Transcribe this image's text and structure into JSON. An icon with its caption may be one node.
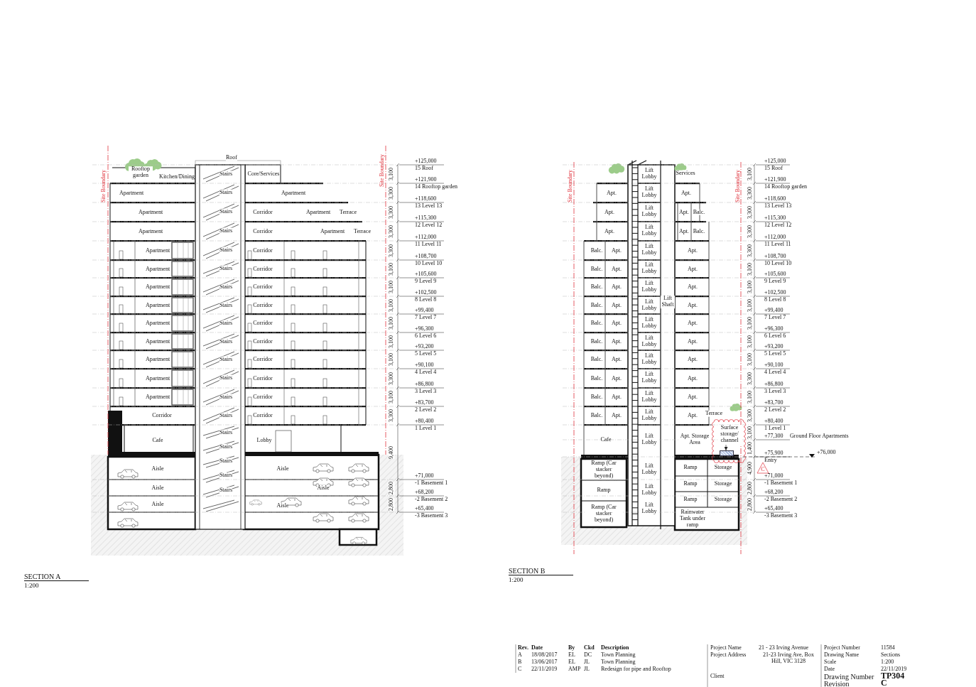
{
  "diagram": {
    "nodes": [
      {
        "text": [
          "Surface storage/ channel"
        ]
      },
      {
        "text": [],
        "shape": "bar"
      }
    ],
    "edges": [
      {
        "from": 0,
        "to": 1,
        "arrow": "to"
      }
    ],
    "labels": [
      "Rooftop garden",
      "Kitchen/Dining",
      "Apartment",
      "Apartment",
      "Apartment",
      "Apartment",
      "Apartment",
      "Apartment",
      "Apartment",
      "Apartment",
      "Apartment",
      "Apartment",
      "Apartment",
      "Apartment",
      "Corridor",
      "Cafe",
      "Aisle",
      "Aisle",
      "Aisle",
      "Roof",
      "Stairs",
      "Stairs",
      "Stairs",
      "Stairs",
      "Stairs",
      "Stairs",
      "Stairs",
      "Stairs",
      "Stairs",
      "Stairs",
      "Stairs",
      "Stairs",
      "Stairs",
      "Stairs",
      "Stairs",
      "Stairs",
      "Stairs",
      "Stairs",
      "Stairs",
      "Core/Services",
      "Apartment",
      "Corridor",
      "Apartment",
      "Terrace",
      "Corridor",
      "Apartment",
      "Terrace",
      "Corridor",
      "Corridor",
      "Corridor",
      "Corridor",
      "Corridor",
      "Corridor",
      "Corridor",
      "Corridor",
      "Corridor",
      "Corridor",
      "Lobby",
      "Aisle",
      "Aisle",
      "Aisle",
      "Site Boundary",
      "Site Boundary",
      "+125,000",
      "15 Roof",
      "+121,900",
      "14 Rooftop garden",
      "+118,600",
      "13 Level 13",
      "+115,300",
      "12 Level 12",
      "+112,000",
      "11 Level 11",
      "+108,700",
      "10 Level 10",
      "+105,600",
      "9 Level 9",
      "+102,500",
      "8 Level 8",
      "+99,400",
      "7 Level 7",
      "+96,300",
      "6 Level 6",
      "+93,200",
      "5 Level 5",
      "+90,100",
      "4 Level 4",
      "+86,800",
      "3 Level 3",
      "+83,700",
      "2 Level 2",
      "+80,400",
      "1 Level 1",
      "+71,000",
      "-1 Basement 1",
      "+68,200",
      "-2 Basement 2",
      "+65,400",
      "-3 Basement 3",
      "3,100",
      "3,300",
      "3,300",
      "3,300",
      "3,300",
      "3,100",
      "3,100",
      "3,100",
      "3,100",
      "3,100",
      "3,100",
      "3,300",
      "3,100",
      "3,300",
      "9,400",
      "2,800",
      "2,800",
      "SECTION A",
      "1:200",
      "Apt.",
      "Apt.",
      "Apt.",
      "Balc.",
      "Apt.",
      "Balc.",
      "Apt.",
      "Balc.",
      "Apt.",
      "Balc.",
      "Apt.",
      "Balc.",
      "Apt.",
      "Balc.",
      "Apt.",
      "Balc.",
      "Apt.",
      "Balc.",
      "Apt.",
      "Balc.",
      "Apt.",
      "Balc.",
      "Apt.",
      "Cafe",
      "Ramp (Car stacker beyond)",
      "Ramp",
      "Ramp (Car stacker beyond)",
      "Lift Lobby",
      "Lift Lobby",
      "Lift Lobby",
      "Lift Lobby",
      "Lift Lobby",
      "Lift Lobby",
      "Lift Lobby",
      "Lift Lobby",
      "Lift Lobby",
      "Lift Lobby",
      "Lift Lobby",
      "Lift Lobby",
      "Lift Lobby",
      "Lift Lobby",
      "Lift Lobby",
      "Lift Lobby",
      "Lift Lobby",
      "Lift Lobby",
      "Lift Shaft",
      "Services",
      "Apt.",
      "Apt.",
      "Balc.",
      "Apt.",
      "Balc.",
      "Apt.",
      "Apt.",
      "Apt.",
      "Apt.",
      "Apt.",
      "Apt.",
      "Apt.",
      "Apt.",
      "Apt.",
      "Apt.",
      "Terrace",
      "Apt. Storage Area",
      "Ramp",
      "Storage",
      "Ramp",
      "Storage",
      "Ramp",
      "Storage",
      "Rainwater Tank under ramp",
      "Site Boundary",
      "Site Boundary",
      "C",
      "+125,000",
      "15 Roof",
      "+121,900",
      "14 Rooftop garden",
      "+118,600",
      "13 Level 13",
      "+115,300",
      "12 Level 12",
      "+112,000",
      "11 Level 11",
      "+108,700",
      "10 Level 10",
      "+105,600",
      "9 Level 9",
      "+102,500",
      "8 Level 8",
      "+99,400",
      "7 Level 7",
      "+96,300",
      "6 Level 6",
      "+93,200",
      "5 Level 5",
      "+90,100",
      "4 Level 4",
      "+86,800",
      "3 Level 3",
      "+83,700",
      "2 Level 2",
      "+80,400",
      "1 Level 1",
      "+77,300",
      "Ground Floor Apartments",
      "+75,900",
      "Entry",
      "+71,000",
      "-1 Basement 1",
      "+68,200",
      "-2 Basement 2",
      "+65,400",
      "-3 Basement 3",
      "+76,000",
      "3,100",
      "3,300",
      "3,300",
      "3,300",
      "3,300",
      "3,100",
      "3,100",
      "3,100",
      "3,100",
      "3,100",
      "3,100",
      "3,300",
      "3,100",
      "3,300",
      "3,100",
      "1,400",
      "4,900",
      "2,800",
      "2,800",
      "SECTION B",
      "1:200",
      "Rev.",
      "Date",
      "By",
      "Ckd",
      "Description",
      "A",
      "18/08/2017",
      "EL",
      "DC",
      "Town Planning",
      "B",
      "13/06/2017",
      "EL",
      "JL",
      "Town Planning",
      "C",
      "22/11/2019",
      "AMP",
      "JL",
      "Redesign for pipe and Rooftop",
      "Project Name",
      "Project Address",
      "21 - 23 Irving Avenue",
      "21-23 Irving Ave, Box Hill, VIC 3128",
      "Project Number",
      "Drawing Name",
      "Scale",
      "Date",
      "11584",
      "Sections",
      "1:200",
      "22/11/2019",
      "Client",
      "Drawing Number",
      "Revision",
      "TP304",
      "C"
    ]
  }
}
